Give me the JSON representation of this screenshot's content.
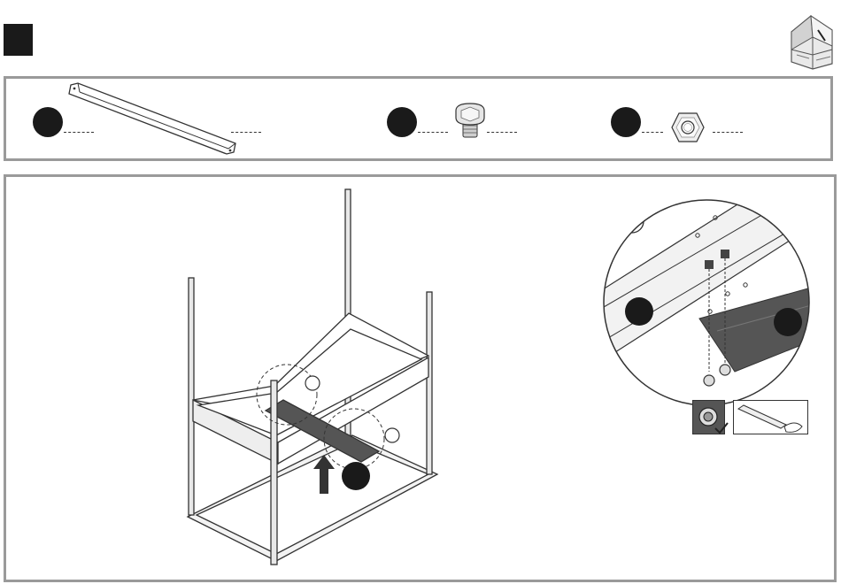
{
  "header": {
    "step_marker_icon": "solid-black-square",
    "product_icon": "greenhouse-icon"
  },
  "parts": [
    {
      "name": "bar",
      "icon": "long-bar-icon"
    },
    {
      "name": "bolt",
      "icon": "bolt-icon"
    },
    {
      "name": "nut",
      "icon": "hex-nut-icon"
    }
  ],
  "colors": {
    "panel_border": "#9a9a9a",
    "badge": "#1a1a1a",
    "line": "#333333",
    "beam_shade": "#555555"
  }
}
